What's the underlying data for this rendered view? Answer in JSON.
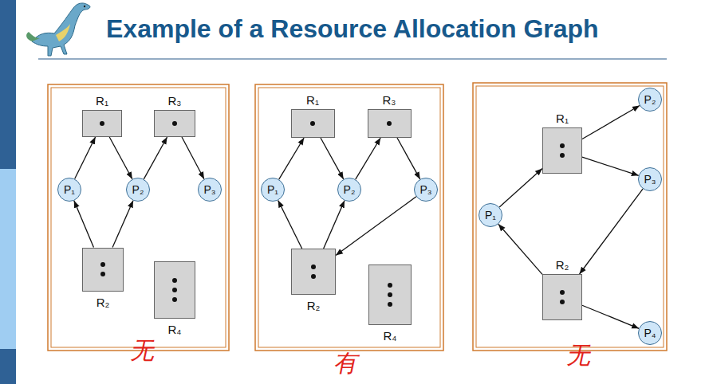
{
  "diagram": {
    "title": "Example of a Resource Allocation Graph",
    "nodes": [
      {
        "text": [
          "R₁"
        ]
      },
      {
        "text": [
          "R₃"
        ]
      },
      {
        "text": [
          "P₁"
        ]
      },
      {
        "text": [
          "P₂"
        ]
      },
      {
        "text": [
          "P₃"
        ]
      },
      {
        "text": [
          "R₂"
        ]
      },
      {
        "text": [
          "R₄"
        ]
      },
      {
        "text": [
          "R₁"
        ]
      },
      {
        "text": [
          "R₃"
        ]
      },
      {
        "text": [
          "P₁"
        ]
      },
      {
        "text": [
          "P₂"
        ]
      },
      {
        "text": [
          "P₃"
        ]
      },
      {
        "text": [
          "R₂"
        ]
      },
      {
        "text": [
          "R₄"
        ]
      },
      {
        "text": [
          "R₁"
        ]
      },
      {
        "text": [
          "P₂"
        ]
      },
      {
        "text": [
          "P₃"
        ]
      },
      {
        "text": [
          "P₁"
        ]
      },
      {
        "text": [
          "R₂"
        ]
      },
      {
        "text": [
          "P₄"
        ]
      }
    ],
    "edges": [
      {
        "from": 2,
        "to": 0,
        "arrow": "to"
      },
      {
        "from": 0,
        "to": 3,
        "arrow": "to"
      },
      {
        "from": 3,
        "to": 1,
        "arrow": "to"
      },
      {
        "from": 1,
        "to": 4,
        "arrow": "to"
      },
      {
        "from": 5,
        "to": 2,
        "arrow": "to"
      },
      {
        "from": 5,
        "to": 3,
        "arrow": "to"
      },
      {
        "from": 9,
        "to": 7,
        "arrow": "to"
      },
      {
        "from": 7,
        "to": 10,
        "arrow": "to"
      },
      {
        "from": 10,
        "to": 8,
        "arrow": "to"
      },
      {
        "from": 8,
        "to": 11,
        "arrow": "to"
      },
      {
        "from": 12,
        "to": 9,
        "arrow": "to"
      },
      {
        "from": 12,
        "to": 10,
        "arrow": "to"
      },
      {
        "from": 11,
        "to": 12,
        "arrow": "to"
      },
      {
        "from": 17,
        "to": 14,
        "arrow": "to"
      },
      {
        "from": 14,
        "to": 15,
        "arrow": "to"
      },
      {
        "from": 14,
        "to": 16,
        "arrow": "to"
      },
      {
        "from": 16,
        "to": 18,
        "arrow": "to"
      },
      {
        "from": 18,
        "to": 17,
        "arrow": "to"
      },
      {
        "from": 18,
        "to": 19,
        "arrow": "to"
      }
    ],
    "labels": [
      "无",
      "有",
      "无"
    ]
  }
}
